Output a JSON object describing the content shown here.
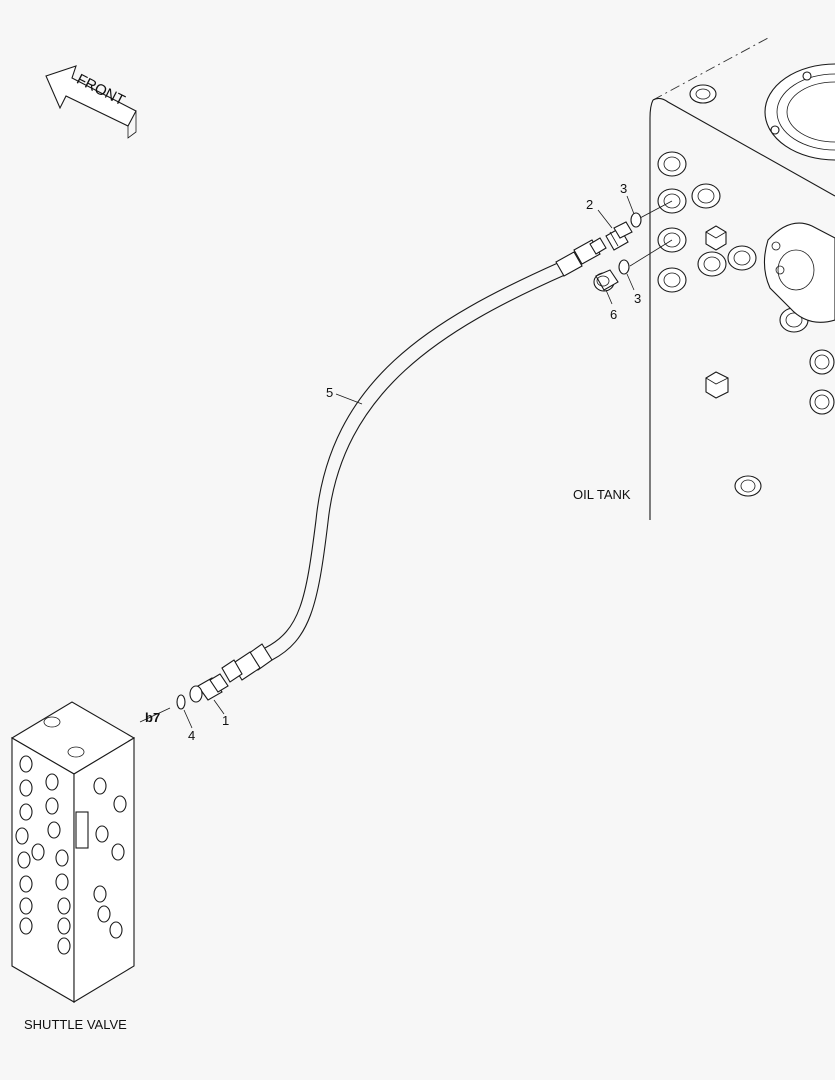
{
  "labels": {
    "front": "FRONT",
    "oil_tank": "OIL TANK",
    "shuttle_valve": "SHUTTLE VALVE",
    "port_b7": "b7"
  },
  "callouts": {
    "p1": "1",
    "p2": "2",
    "p3_upper": "3",
    "p3_lower": "3",
    "p4": "4",
    "p5": "5",
    "p6": "6"
  }
}
